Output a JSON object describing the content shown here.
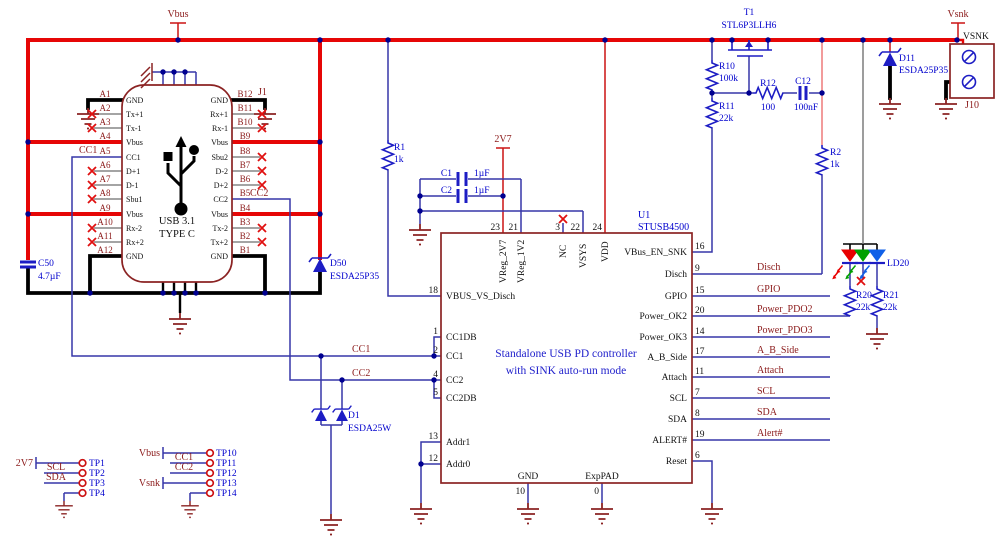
{
  "conn": {
    "designator": "J1",
    "title1": "USB 3.1",
    "title2": "TYPE C",
    "pins_a": [
      {
        "des": "A1",
        "name": "GND"
      },
      {
        "des": "A2",
        "name": "Tx+1"
      },
      {
        "des": "A3",
        "name": "Tx-1"
      },
      {
        "des": "A4",
        "name": "Vbus"
      },
      {
        "des": "A5",
        "name": "CC1"
      },
      {
        "des": "A6",
        "name": "D+1"
      },
      {
        "des": "A7",
        "name": "D-1"
      },
      {
        "des": "A8",
        "name": "Sbu1"
      },
      {
        "des": "A9",
        "name": "Vbus"
      },
      {
        "des": "A10",
        "name": "Rx-2"
      },
      {
        "des": "A11",
        "name": "Rx+2"
      },
      {
        "des": "A12",
        "name": "GND"
      }
    ],
    "pins_b": [
      {
        "des": "B12",
        "name": "GND"
      },
      {
        "des": "B11",
        "name": "Rx+1"
      },
      {
        "des": "B10",
        "name": "Rx-1"
      },
      {
        "des": "B9",
        "name": "Vbus"
      },
      {
        "des": "B8",
        "name": "Sbu2"
      },
      {
        "des": "B7",
        "name": "D-2"
      },
      {
        "des": "B6",
        "name": "D+2"
      },
      {
        "des": "B5",
        "name": "CC2"
      },
      {
        "des": "B4",
        "name": "Vbus"
      },
      {
        "des": "B3",
        "name": "Tx-2"
      },
      {
        "des": "B2",
        "name": "Tx+2"
      },
      {
        "des": "B1",
        "name": "GND"
      }
    ]
  },
  "ic": {
    "designator": "U1",
    "part": "STUSB4500",
    "desc1": "Standalone USB PD controller",
    "desc2": "with SINK auto-run mode",
    "top": [
      {
        "num": "23",
        "name": "VReg_2V7"
      },
      {
        "num": "21",
        "name": "VReg_1V2"
      },
      {
        "num": "3",
        "name": "NC"
      },
      {
        "num": "22",
        "name": "VSYS"
      },
      {
        "num": "24",
        "name": "VDD"
      }
    ],
    "left": [
      {
        "num": "18",
        "name": "VBUS_VS_Disch"
      },
      {
        "num": "1",
        "name": "CC1DB"
      },
      {
        "num": "2",
        "name": "CC1"
      },
      {
        "num": "4",
        "name": "CC2"
      },
      {
        "num": "5",
        "name": "CC2DB"
      },
      {
        "num": "13",
        "name": "Addr1"
      },
      {
        "num": "12",
        "name": "Addr0"
      }
    ],
    "right": [
      {
        "num": "16",
        "name": "VBus_EN_SNK"
      },
      {
        "num": "9",
        "name": "Disch"
      },
      {
        "num": "15",
        "name": "GPIO"
      },
      {
        "num": "20",
        "name": "Power_OK2"
      },
      {
        "num": "14",
        "name": "Power_OK3"
      },
      {
        "num": "17",
        "name": "A_B_Side"
      },
      {
        "num": "11",
        "name": "Attach"
      },
      {
        "num": "7",
        "name": "SCL"
      },
      {
        "num": "8",
        "name": "SDA"
      },
      {
        "num": "19",
        "name": "ALERT#"
      },
      {
        "num": "6",
        "name": "Reset"
      }
    ],
    "bottom": [
      {
        "num": "10",
        "name": "GND"
      },
      {
        "num": "0",
        "name": "ExpPAD"
      }
    ]
  },
  "parts": {
    "r1": {
      "ref": "R1",
      "val": "1k"
    },
    "r2": {
      "ref": "R2",
      "val": "1k"
    },
    "r10": {
      "ref": "R10",
      "val": "100k"
    },
    "r11": {
      "ref": "R11",
      "val": "22k"
    },
    "r12": {
      "ref": "R12",
      "val": "100"
    },
    "r20": {
      "ref": "R20",
      "val": "22k"
    },
    "r21": {
      "ref": "R21",
      "val": "22k"
    },
    "c1": {
      "ref": "C1",
      "val": "1µF"
    },
    "c2": {
      "ref": "C2",
      "val": "1µF"
    },
    "c12": {
      "ref": "C12",
      "val": "100nF"
    },
    "c50": {
      "ref": "C50",
      "val": "4.7µF"
    },
    "d1": {
      "ref": "D1",
      "val": "ESDA25W"
    },
    "d11": {
      "ref": "D11",
      "val": "ESDA25P35"
    },
    "d50": {
      "ref": "D50",
      "val": "ESDA25P35"
    },
    "t1": {
      "ref": "T1",
      "val": "STL6P3LLH6"
    },
    "ld20": {
      "ref": "LD20"
    },
    "j10": {
      "ref": "J10",
      "label": "VSNK"
    }
  },
  "nets": {
    "cc1": "CC1",
    "cc2": "CC2",
    "disch": "Disch",
    "gpio": "GPIO",
    "pdo2": "Power_PDO2",
    "pdo3": "Power_PDO3",
    "ab_side": "A_B_Side",
    "attach": "Attach",
    "scl": "SCL",
    "sda": "SDA",
    "alert": "Alert#"
  },
  "flags": {
    "vbus": "Vbus",
    "vsnk": "Vsnk",
    "v2v7": "2V7"
  },
  "tps": {
    "tp1": "TP1",
    "tp2": "TP2",
    "tp3": "TP3",
    "tp4": "TP4",
    "tp10": "TP10",
    "tp11": "TP11",
    "tp12": "TP12",
    "tp13": "TP13",
    "tp14": "TP14"
  },
  "colors": {
    "wire_power": "#e60606",
    "wire_signal": "#3737a8",
    "wire_gnd": "#000000",
    "label": "#8b1a1a",
    "designator": "#0000cd",
    "junction": "#000090",
    "led_red": "#e80000",
    "led_green": "#00a000",
    "led_blue": "#1060e8"
  }
}
